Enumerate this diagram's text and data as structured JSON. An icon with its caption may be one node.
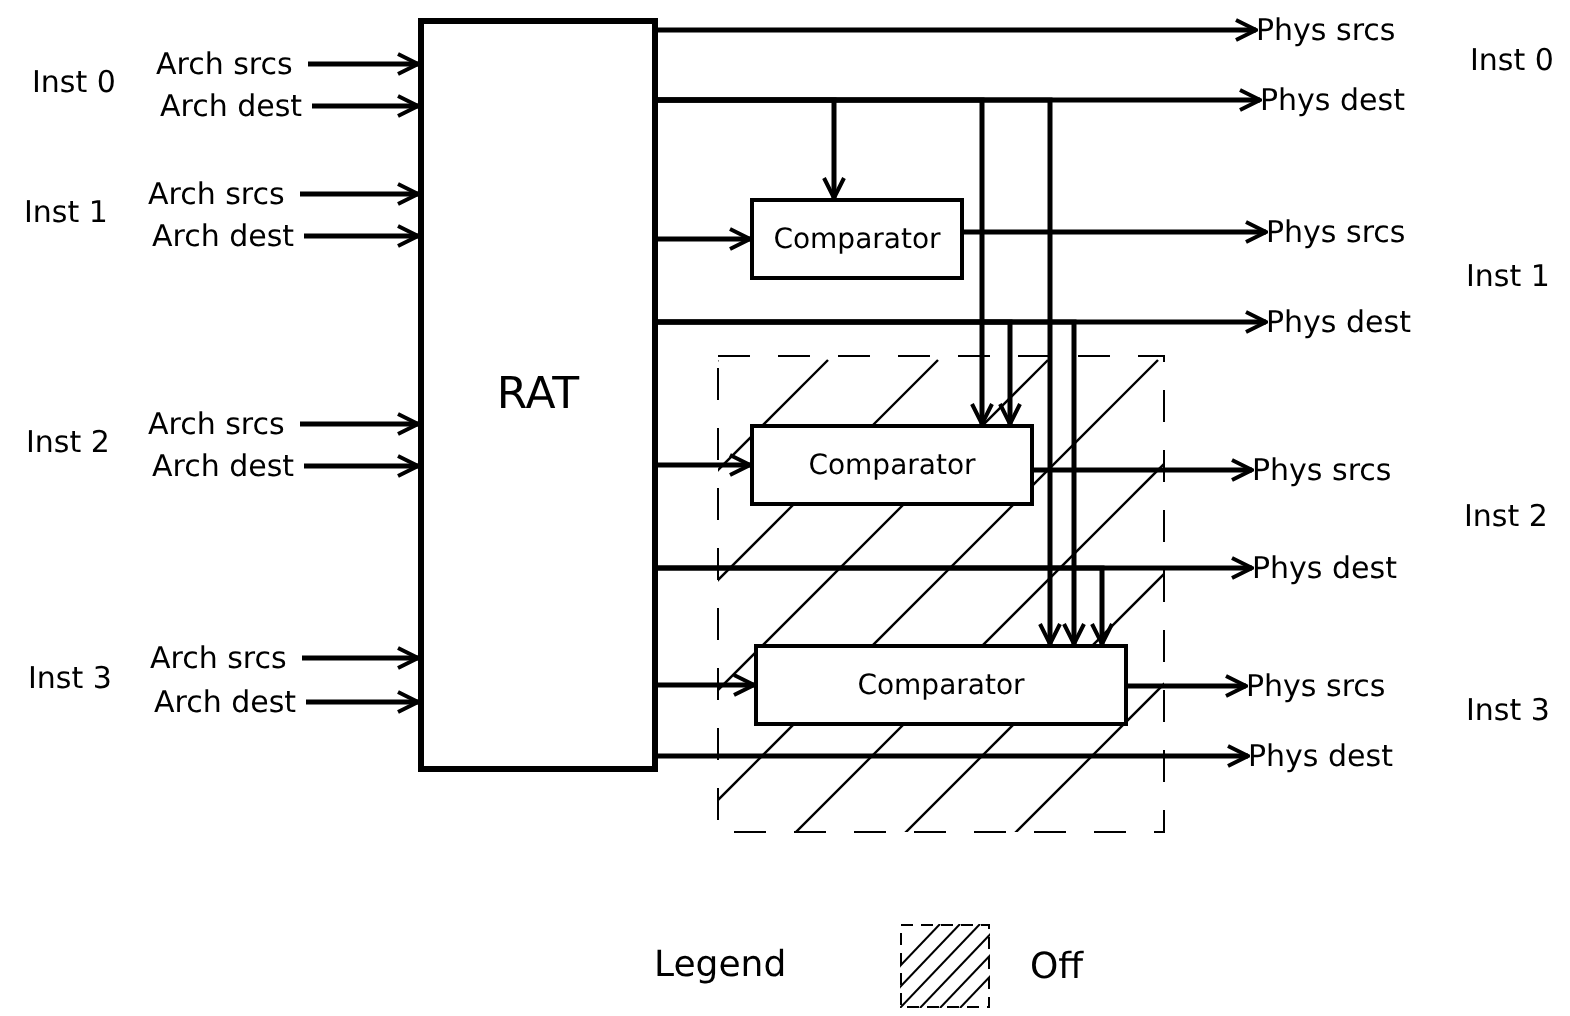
{
  "diagram": {
    "nodes": [
      {
        "text": [
          "RAT"
        ]
      },
      {
        "text": [
          "Arch srcs"
        ]
      },
      {
        "text": [
          "Arch dest"
        ]
      },
      {
        "text": [
          "Arch srcs"
        ]
      },
      {
        "text": [
          "Arch dest"
        ]
      },
      {
        "text": [
          "Arch srcs"
        ]
      },
      {
        "text": [
          "Arch dest"
        ]
      },
      {
        "text": [
          "Arch srcs"
        ]
      },
      {
        "text": [
          "Arch dest"
        ]
      },
      {
        "text": [
          "Comparator"
        ]
      },
      {
        "text": [
          "Comparator"
        ]
      },
      {
        "text": [
          "Comparator"
        ]
      },
      {
        "text": [
          "Phys srcs"
        ]
      },
      {
        "text": [
          "Phys dest"
        ]
      },
      {
        "text": [
          "Phys srcs"
        ]
      },
      {
        "text": [
          "Phys dest"
        ]
      },
      {
        "text": [
          "Phys srcs"
        ]
      },
      {
        "text": [
          "Phys dest"
        ]
      },
      {
        "text": [
          "Phys srcs"
        ]
      },
      {
        "text": [
          "Phys dest"
        ]
      }
    ],
    "edges": [
      {
        "from": 1,
        "to": 0,
        "arrow": "to"
      },
      {
        "from": 2,
        "to": 0,
        "arrow": "to"
      },
      {
        "from": 3,
        "to": 0,
        "arrow": "to"
      },
      {
        "from": 4,
        "to": 0,
        "arrow": "to"
      },
      {
        "from": 5,
        "to": 0,
        "arrow": "to"
      },
      {
        "from": 6,
        "to": 0,
        "arrow": "to"
      },
      {
        "from": 7,
        "to": 0,
        "arrow": "to"
      },
      {
        "from": 8,
        "to": 0,
        "arrow": "to"
      },
      {
        "from": 0,
        "to": 12,
        "arrow": "to"
      },
      {
        "from": 0,
        "to": 13,
        "arrow": "to"
      },
      {
        "from": 0,
        "to": 9,
        "arrow": "to"
      },
      {
        "from": 0,
        "to": 9,
        "arrow": "to"
      },
      {
        "from": 9,
        "to": 14,
        "arrow": "to"
      },
      {
        "from": 0,
        "to": 15,
        "arrow": "to"
      },
      {
        "from": 0,
        "to": 10,
        "arrow": "to"
      },
      {
        "from": 0,
        "to": 10,
        "arrow": "to"
      },
      {
        "from": 0,
        "to": 10,
        "arrow": "to"
      },
      {
        "from": 10,
        "to": 16,
        "arrow": "to"
      },
      {
        "from": 0,
        "to": 17,
        "arrow": "to"
      },
      {
        "from": 0,
        "to": 11,
        "arrow": "to"
      },
      {
        "from": 0,
        "to": 11,
        "arrow": "to"
      },
      {
        "from": 0,
        "to": 11,
        "arrow": "to"
      },
      {
        "from": 0,
        "to": 11,
        "arrow": "to"
      },
      {
        "from": 11,
        "to": 18,
        "arrow": "to"
      },
      {
        "from": 0,
        "to": 19,
        "arrow": "to"
      }
    ],
    "labels": [
      "Inst 0",
      "Inst 1",
      "Inst 2",
      "Inst 3",
      "Inst 0",
      "Inst 1",
      "Inst 2",
      "Inst 3",
      "Legend"
    ],
    "legend": [
      {
        "text": "Off"
      }
    ]
  }
}
